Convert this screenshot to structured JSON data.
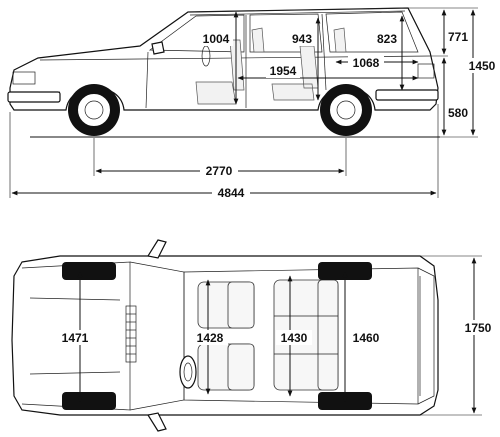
{
  "dimensions": {
    "front_headroom": "1004",
    "rear_headroom": "943",
    "cargo_height": "823",
    "cargo_length": "1068",
    "interior_length": "1954",
    "upper_body_height": "771",
    "overall_height": "1450",
    "sill_height": "580",
    "wheelbase": "2770",
    "overall_length": "4844",
    "front_track": "1471",
    "front_shoulder_width": "1428",
    "rear_shoulder_width": "1430",
    "rear_track": "1460",
    "overall_width": "1750"
  }
}
